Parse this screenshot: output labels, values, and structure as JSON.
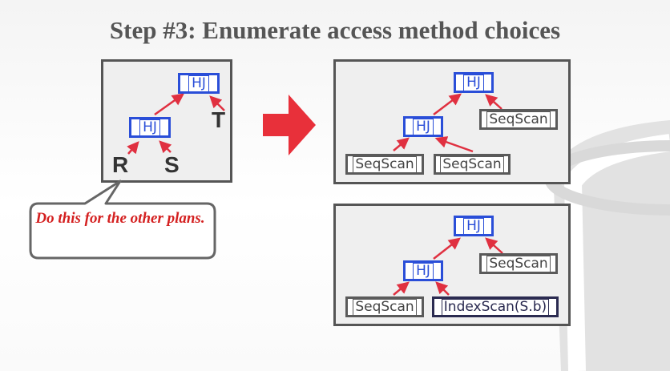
{
  "title": "Step #3: Enumerate access method choices",
  "left_plan": {
    "join_top": "HJ",
    "join_bottom": "HJ",
    "table_r": "R",
    "table_s": "S",
    "table_t": "T"
  },
  "callout": {
    "text": "Do this for the other plans."
  },
  "plan_a": {
    "join_top": "HJ",
    "join_bottom": "HJ",
    "scan_t": "SeqScan",
    "scan_r": "SeqScan",
    "scan_s": "SeqScan"
  },
  "plan_b": {
    "join_top": "HJ",
    "join_bottom": "HJ",
    "scan_t": "SeqScan",
    "scan_r": "SeqScan",
    "scan_s": "IndexScan(S.b)"
  },
  "colors": {
    "join_blue": "#2a4ed8",
    "edge_red": "#e03040",
    "arrow_red": "#e8303a",
    "panel_border": "#555555"
  }
}
